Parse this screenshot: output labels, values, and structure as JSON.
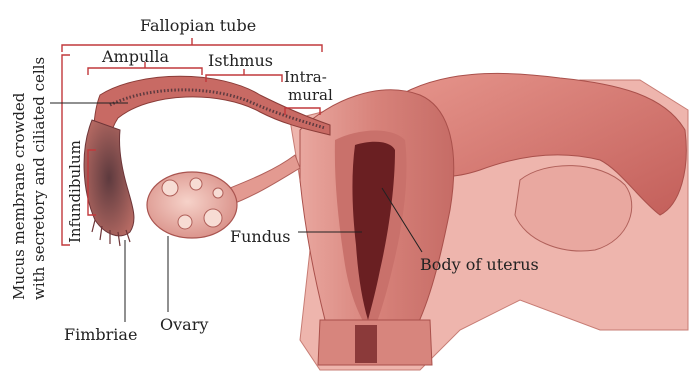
{
  "labels": {
    "fallopian_tube": "Fallopian tube",
    "ampulla": "Ampulla",
    "isthmus": "Isthmus",
    "intramural_1": "Intra-",
    "intramural_2": "mural",
    "mucus_1": "Mucus membrane crowded",
    "mucus_2": "with secretory and ciliated cells",
    "infundibulum": "Infundibulum",
    "fundus": "Fundus",
    "body_of_uterus": "Body of uterus",
    "fimbriae": "Fimbriae",
    "ovary": "Ovary"
  },
  "colors": {
    "tissue_light": "#f0b9b2",
    "tissue_mid": "#e08f86",
    "tissue_dark": "#b8554f",
    "cavity": "#6a1f22",
    "bracket": "#c1383b",
    "text": "#222222"
  }
}
